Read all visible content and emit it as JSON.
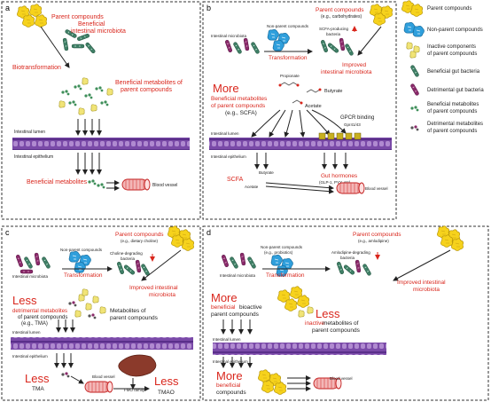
{
  "panels": {
    "a": {
      "letter": "a",
      "parent_compounds": "Parent compounds",
      "beneficial_microbiota_1": "Beneficial",
      "beneficial_microbiota_2": "intestinal microbiota",
      "biotransformation": "Biotransformation",
      "beneficial_metabolites_1": "Beneficial metabolites of",
      "beneficial_metabolites_2": "parent compounds",
      "lumen": "Intestinal lumen",
      "epithelium": "Intestinal epithelium",
      "beneficial_metabolites": "Beneficial metabolites",
      "blood_vessel": "Blood vessel"
    },
    "b": {
      "letter": "b",
      "parent_compounds": "Parent compounds",
      "parent_example": "(e.g., carbohydrates)",
      "microbiota": "Intestinal microbiota",
      "non_parent": "Non-parent compounds",
      "scfa_bacteria_1": "SCFA-producing",
      "scfa_bacteria_2": "bacteria",
      "transformation": "Transformation",
      "improved_1": "Improved",
      "improved_2": "intestinal microbiota",
      "more": "More",
      "more_desc_1": "Beneficial metabolites",
      "more_desc_2": "of parent compounds",
      "more_desc_3": "(e.g., SCFA)",
      "propionate": "Propionate",
      "butyrate": "Butyrate",
      "acetate": "Acetate",
      "gpcr": "GPCR binding",
      "gpr": "Gpr41/43",
      "lumen": "Intestinal lumen",
      "epithelium": "Intestinal epithelium",
      "scfa": "SCFA",
      "butyrate2": "Butyrate",
      "acetate2": "Acetate",
      "gut_hormones": "Gut hormones",
      "hormones_list": "(GLP-1, PYY, etc)",
      "blood_vessel": "Blood vessel"
    },
    "c": {
      "letter": "c",
      "parent_compounds": "Parent compounds",
      "parent_example": "(e.g., dietary choline)",
      "non_parent": "Non-parent compounds",
      "choline_bacteria_1": "Choline-degrading",
      "choline_bacteria_2": "bacteria",
      "microbiota": "Intestinal microbiota",
      "transformation": "Transformation",
      "improved_1": "Improved intestinal",
      "improved_2": "microbiota",
      "less": "Less",
      "less_desc_1": "detrimental metabolites",
      "less_desc_2": "of parent compounds",
      "less_desc_3": "(e.g., TMA)",
      "metabolites_1": "Metabolites of",
      "metabolites_2": "parent compounds",
      "lumen": "Intestinal lumen",
      "epithelium": "Intestinal epithelium",
      "less2": "Less",
      "tma": "TMA",
      "blood_vessel": "Blood vessel",
      "fmo": "FMO family",
      "less3": "Less",
      "tmao": "TMAO"
    },
    "d": {
      "letter": "d",
      "parent_compounds": "Parent compounds",
      "parent_example": "(e.g., amlodipine)",
      "non_parent_1": "Non-parent compounds",
      "non_parent_2": "(e.g., probiotics)",
      "amlo_bacteria_1": "Amlodipine-degrading",
      "amlo_bacteria_2": "bacteria",
      "microbiota": "Intestinal microbiota",
      "transformation": "Transformation",
      "improved_1": "Improved intestinal",
      "improved_2": "microbiota",
      "more": "More",
      "more_desc_1a": "beneficial",
      "more_desc_1b": " bioactive",
      "more_desc_2": "parent compounds",
      "less": "Less",
      "less_desc_1a": "inactive",
      "less_desc_1b": " metabolites of",
      "less_desc_2": "parent compounds",
      "lumen": "Intestinal lumen",
      "epithelium": "Intestinal epithelium",
      "more2": "More",
      "more2_desc_1": "beneficial",
      "more2_desc_2": "compounds",
      "blood_vessel": "Blood vessel"
    }
  },
  "legend": {
    "items": [
      {
        "icon": "parent-compound-icon",
        "label": [
          "Parent compounds"
        ]
      },
      {
        "icon": "non-parent-compound-icon",
        "label": [
          "Non-parent compounds"
        ]
      },
      {
        "icon": "inactive-component-icon",
        "label": [
          "Inactive components",
          "of parent compounds"
        ]
      },
      {
        "icon": "beneficial-bacteria-icon",
        "label": [
          "Beneficial gut bacteria"
        ]
      },
      {
        "icon": "detrimental-bacteria-icon",
        "label": [
          "Detrimental gut bacteria"
        ]
      },
      {
        "icon": "beneficial-metabolite-icon",
        "label": [
          "Beneficial metabolites",
          "of parent compounds"
        ]
      },
      {
        "icon": "detrimental-metabolite-icon",
        "label": [
          "Detrimental metabolites",
          "of parent compounds"
        ]
      }
    ]
  },
  "colors": {
    "accent_red": "#d9261c",
    "parent_yellow": "#f6d21c",
    "non_parent_blue": "#2f9fdc",
    "beneficial_green": "#3f7f66",
    "detrimental_purple": "#8a2a6a",
    "epithelium_purple": "#7a4aa8",
    "liver_brown": "#8b3a2b"
  }
}
